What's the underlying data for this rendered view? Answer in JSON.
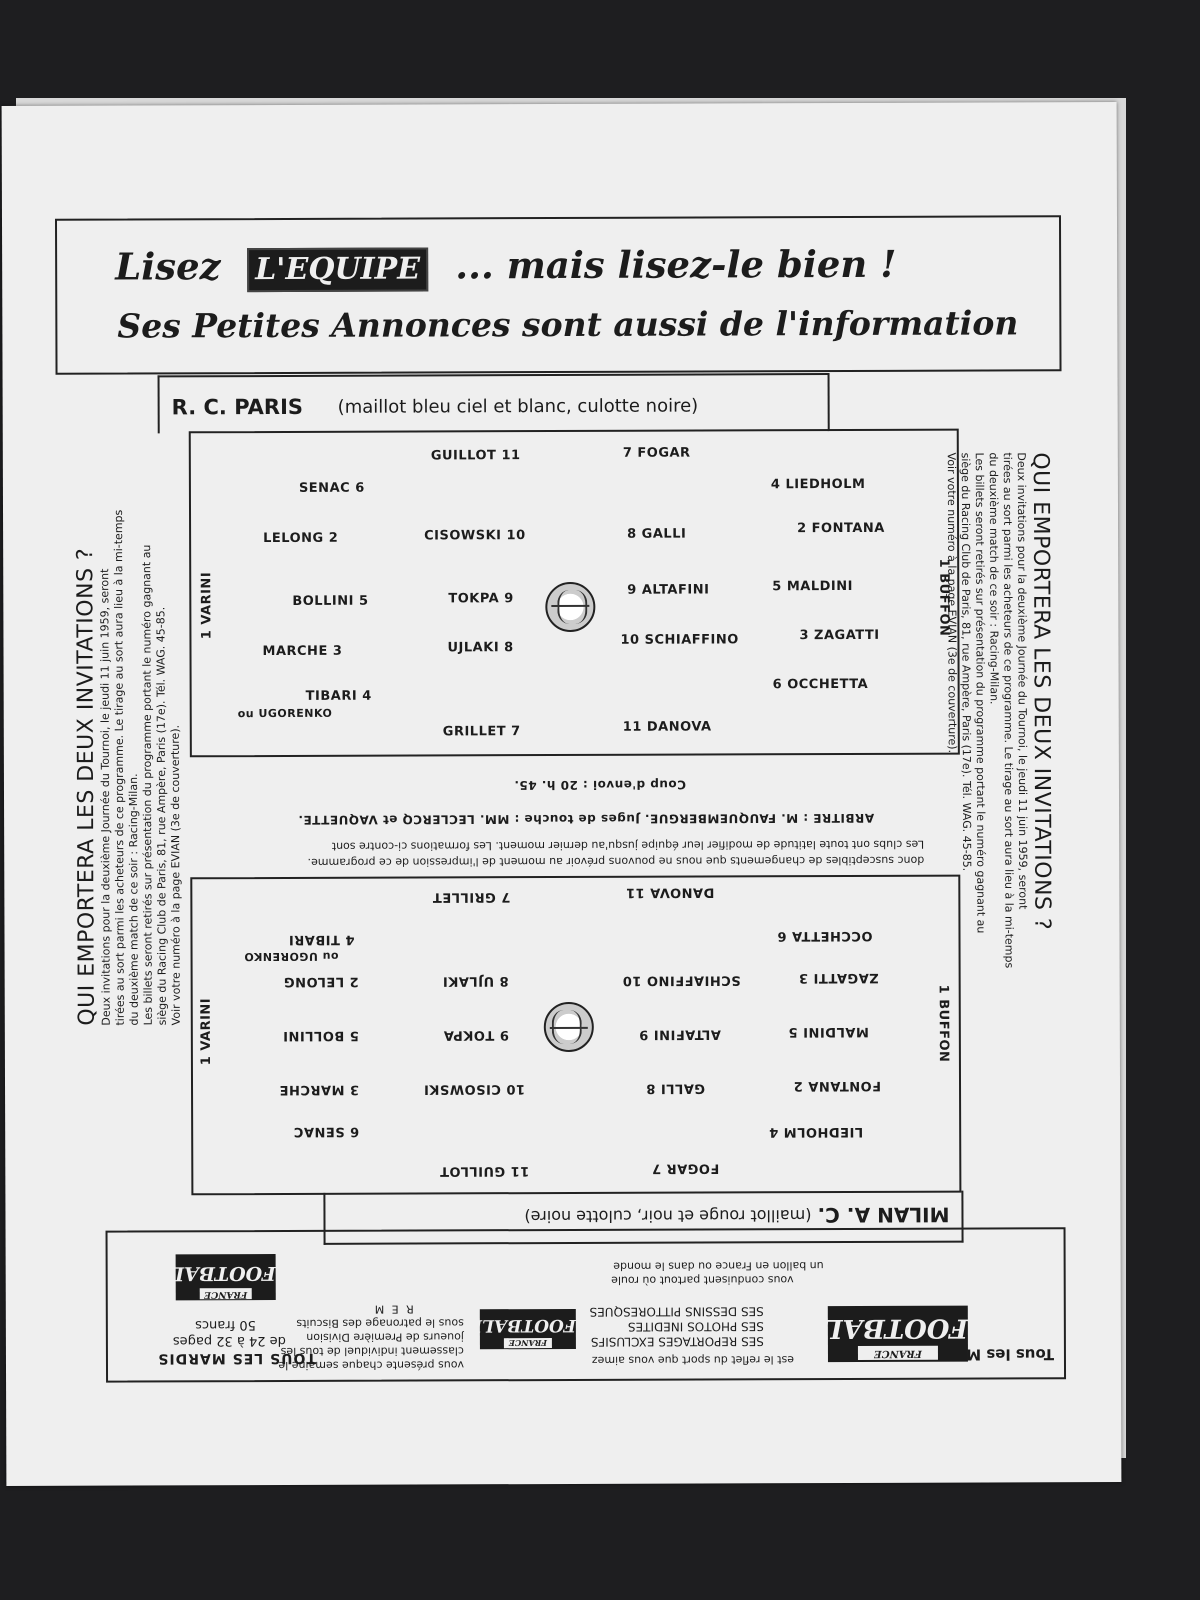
{
  "ad": {
    "lisez": "Lisez",
    "logo": "L'EQUIPE",
    "tagline": "... mais lisez-le bien !",
    "line2": "Ses Petites Annonces sont aussi de l'information"
  },
  "home": {
    "team": "R. C. PARIS",
    "kit": "(maillot bleu ciel et blanc, culotte noire)",
    "keeper": "1 VARINI",
    "players": {
      "guillot": "GUILLOT 11",
      "senac": "SENAC 6",
      "lelong": "LELONG 2",
      "cisowski": "CISOWSKI 10",
      "bollini": "BOLLINI 5",
      "tokpa": "TOKPA 9",
      "marche": "MARCHE 3",
      "ujlaki": "UJLAKI 8",
      "tibari": "TIBARI 4",
      "ugorenko": "ou UGORENKO",
      "grillet": "GRILLET 7"
    }
  },
  "away": {
    "team": "MILAN A. C.",
    "kit": "(maillot rouge et noir, culotte noire)",
    "keeper": "1 BUFFON",
    "players": {
      "fogar": "7 FOGAR",
      "liedholm": "4 LIEDHOLM",
      "galli": "8 GALLI",
      "fontana": "2 FONTANA",
      "altafini": "9 ALTAFINI",
      "maldini": "5 MALDINI",
      "schiaffino": "10 SCHIAFFINO",
      "zagatti": "3 ZAGATTI",
      "occhetta": "6 OCCHETTA",
      "danova": "11 DANOVA"
    }
  },
  "away_flipped": {
    "players": {
      "fogar": "FOGAR 7",
      "liedholm": "LIEDHOLM 4",
      "galli": "GALLI 8",
      "fontana": "FONTANA 2",
      "altafini": "ALTAFINI 9",
      "maldini": "MALDINI 5",
      "schiaffino": "SCHIAFFINO 10",
      "zagatti": "ZAGATTI 3",
      "occhetta": "OCCHETTA 6",
      "danova": "DANOVA 11"
    }
  },
  "home_flipped": {
    "players": {
      "guillot": "11 GUILLOT",
      "senac": "6 SENAC",
      "cisowski": "10 CISOWSKI",
      "marche": "3 MARCHE",
      "bollini": "5 BOLLINI",
      "tokpa": "9 TOKPA",
      "ujlaki": "8 UJLAKI",
      "lelong": "2 LELONG",
      "tibari": "4 TIBARI",
      "ugorenko": "ou UGORENKO",
      "grillet": "7 GRILLET"
    }
  },
  "match": {
    "kickoff": "Coup d'envoi : 20 h. 45.",
    "referee": "ARBITRE : M. FAUQUEMBERGUE. Juges de touche : MM. LECLERCQ et VAQUETTE.",
    "note1": "Les clubs ont toute latitude de modifier leur équipe jusqu'au dernier moment. Les formations ci-contre sont",
    "note2": "donc susceptibles de changements que nous ne pouvons prévoir au moment de l'impression de ce programme."
  },
  "contest": {
    "title": "QUI EMPORTERA LES DEUX INVITATIONS ?",
    "body": [
      "Deux invitations pour la deuxième Journée du Tournoi, le jeudi 11 juin 1959, seront",
      "tirées au sort parmi les acheteurs de ce programme. Le tirage au sort aura lieu à la mi-temps",
      "du deuxième match de ce soir : Racing-Milan.",
      "Les billets seront retirés sur présentation du programme portant le numéro gagnant au",
      "siège du Racing Club de Paris, 81, rue Ampère, Paris (17e). Tél. WAG. 45-85.",
      "Voir votre numéro à la page EVIAN (3e de couverture)."
    ]
  },
  "footer": {
    "tous_les_mardis": "Tous les Mardis",
    "logo_france": "FRANCE",
    "logo_football": "FOOTBALL",
    "reflet": "est le reflet du sport que vous aimez",
    "items": [
      "SES REPORTAGES EXCLUSIFS",
      "SES PHOTOS INEDITES",
      "SES DESSINS PITTORESQUES"
    ],
    "ballon1": "vous conduisent partout où roule",
    "ballon2": "un ballon en France ou dans le monde",
    "classement": [
      "vous présente chaque semaine le",
      "classement individuel de tous les",
      "joueurs de Première Division",
      "sous le patronage des Biscuits",
      "R E M"
    ],
    "mardis_caps": "TOUS LES MARDIS",
    "pages": "de 24 à 32 pages",
    "prix": "50 francs"
  }
}
